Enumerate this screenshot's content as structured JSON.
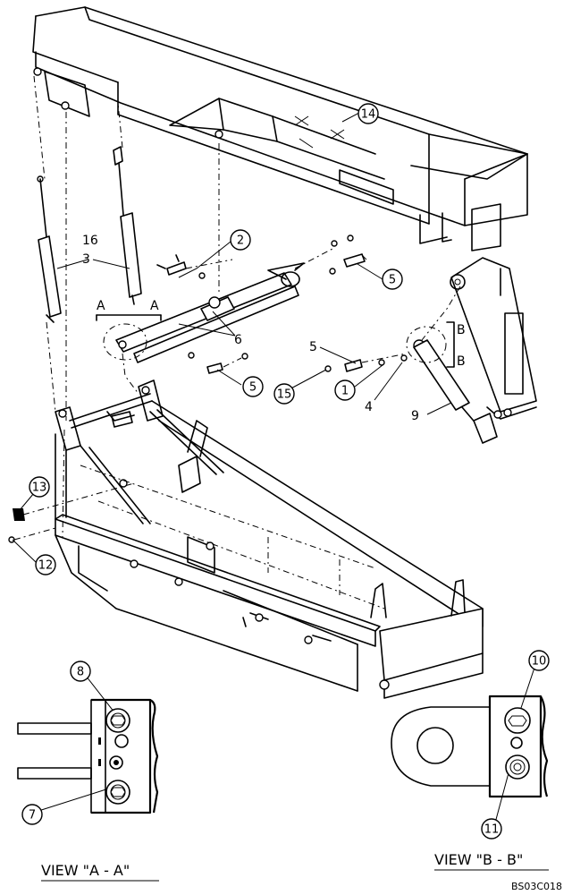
{
  "labels": {
    "c1": "1",
    "c2": "2",
    "c5a": "5",
    "c5b": "5",
    "c7": "7",
    "c8": "8",
    "c10": "10",
    "c11": "11",
    "c12": "12",
    "c13": "13",
    "c14": "14",
    "c15": "15",
    "p3": "3",
    "p4": "4",
    "p5": "5",
    "p6": "6",
    "p9": "9",
    "p16": "16"
  },
  "section_marks": {
    "a_left": "A",
    "a_right": "A",
    "b_top": "B",
    "b_bottom": "B"
  },
  "views": {
    "a": "VIEW  \"A - A\"",
    "b": "VIEW  \"B - B\""
  },
  "drawing_code": "BS03C018"
}
